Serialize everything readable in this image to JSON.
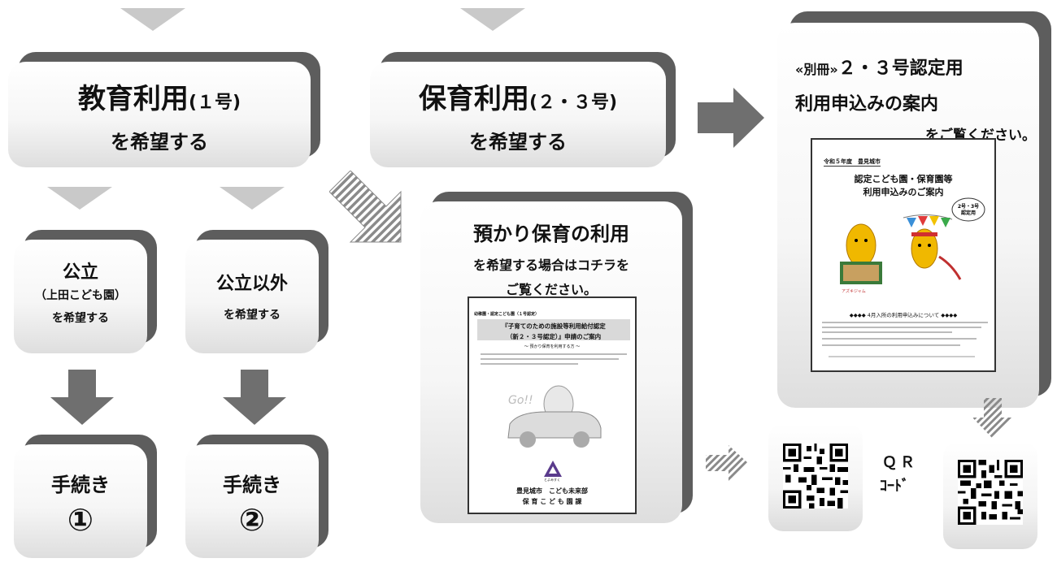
{
  "colors": {
    "shadow": "#5d5d5d",
    "arrow": "#6f6f6f",
    "triangle": "#c9c9c9",
    "stripe": "#8a8a8a"
  },
  "kyoiku": {
    "title": "教育利用",
    "code": "(１号)",
    "sub": "を希望する"
  },
  "hoiku": {
    "title": "保育利用",
    "code": "(２・３号)",
    "sub": "を希望する"
  },
  "koritsu": {
    "title": "公立",
    "paren": "（上田こども園）",
    "sub": "を希望する"
  },
  "koritsu_igai": {
    "title": "公立以外",
    "sub": "を希望する"
  },
  "tetsuzuki1": {
    "label": "手続き",
    "num": "①"
  },
  "tetsuzuki2": {
    "label": "手続き",
    "num": "②"
  },
  "azukari": {
    "title": "預かり保育の利用",
    "line2": "を希望する場合はコチラを",
    "line3": "ご覧ください。",
    "doc": {
      "top": "幼稚園・認定こども園（１号認定）",
      "title1": "『子育てのための施設等利用給付認定",
      "title2": "（新２・３号認定）』申請のご案内",
      "sub": "～ 預かり保育を利用する方 ～",
      "logo_text": "とよみすく",
      "footer1": "豊見城市　こども未来部",
      "footer2": "保 育 こ ど も 園 課"
    }
  },
  "bessatsu": {
    "line1_prefix": "«別冊»",
    "line1_main": "２・３号認定用",
    "line2": "利用申込みの案内",
    "line3": "をご覧ください。",
    "doc": {
      "header": "令和５年度　豊見城市",
      "title1": "認定こども園・保育園等",
      "title2": "利用申込みのご案内",
      "bubble": "2号・3号\n認定用",
      "mascot": "アズキジャム",
      "notice": "◆◆◆◆ 4月入所の利用申込みについて ◆◆◆◆"
    }
  },
  "qr": {
    "label1": "ＱＲ",
    "label2": "ｺｰﾄﾞ"
  },
  "icons": [
    "down-triangle-icon",
    "down-arrow-icon",
    "right-arrow-icon",
    "striped-arrow-icon",
    "qr-code-icon"
  ]
}
